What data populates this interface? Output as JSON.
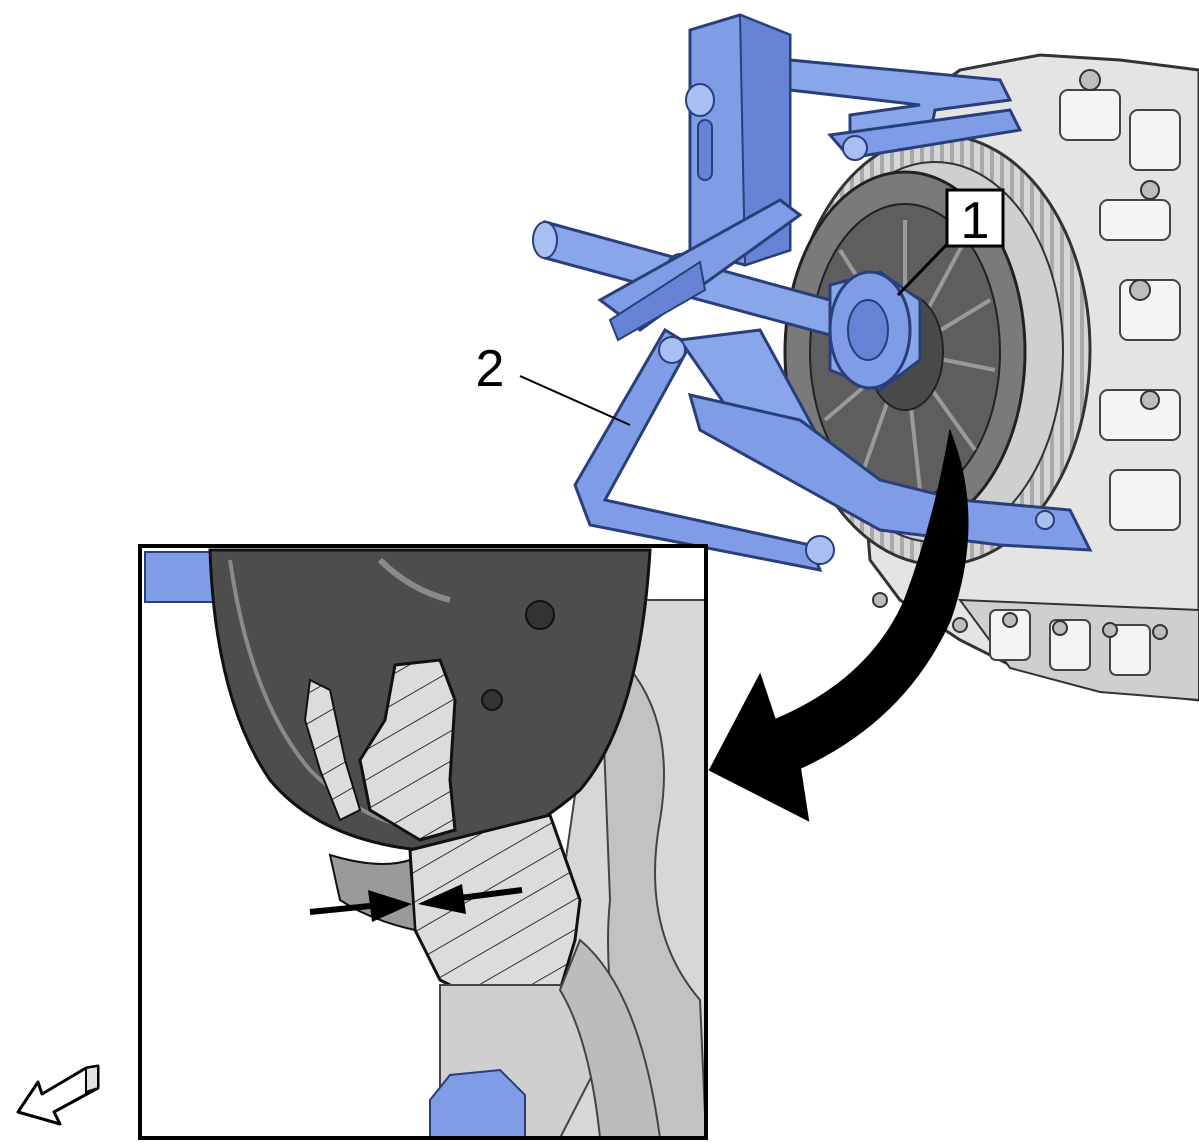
{
  "callouts": [
    {
      "id": "1",
      "label": "1",
      "boxed": true
    },
    {
      "id": "2",
      "label": "2",
      "boxed": false
    }
  ],
  "colors": {
    "tool_blue": "#7f9de6",
    "tool_blue_dark": "#5877c9",
    "tool_blue_light": "#a8bff2",
    "engine_light": "#e6e6e6",
    "engine_mid": "#c9c9c9",
    "engine_dark": "#8e8e8e",
    "clutch_dark": "#5a5a5a",
    "hatch_fill": "#d8d8d8",
    "line": "#000000"
  },
  "icons": {
    "orientation": "front-direction-arrow-icon",
    "pointer": "curved-pointer-arrow-icon",
    "gap_arrows": "gap-measurement-arrows-icon"
  }
}
